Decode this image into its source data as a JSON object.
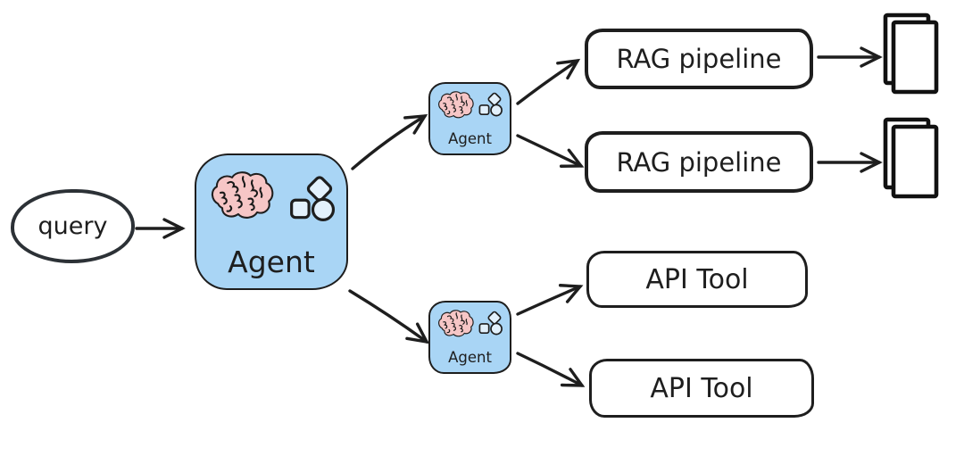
{
  "colors": {
    "canvas_bg": "#ffffff",
    "stroke": "#1e1e1e",
    "ellipse_stroke": "#2c3136",
    "agent_fill": "#a9d5f5",
    "brain_fill": "#f6c6c6",
    "shape_fill": "#e3f1fc",
    "box_fill": "#ffffff"
  },
  "nodes": {
    "query": {
      "label": "query"
    },
    "main_agent": {
      "label": "Agent"
    },
    "sub_agent_top": {
      "label": "Agent"
    },
    "sub_agent_bottom": {
      "label": "Agent"
    },
    "rag_pipeline_1": {
      "label": "RAG pipeline"
    },
    "rag_pipeline_2": {
      "label": "RAG pipeline"
    },
    "api_tool_1": {
      "label": "API Tool"
    },
    "api_tool_2": {
      "label": "API Tool"
    }
  },
  "icons": {
    "brain": "brain-icon",
    "shapes_cluster": "shapes-cluster-icon",
    "documents": "document-stack-icon"
  },
  "edges": [
    {
      "from": "query",
      "to": "main_agent"
    },
    {
      "from": "main_agent",
      "to": "sub_agent_top"
    },
    {
      "from": "main_agent",
      "to": "sub_agent_bottom"
    },
    {
      "from": "sub_agent_top",
      "to": "rag_pipeline_1"
    },
    {
      "from": "sub_agent_top",
      "to": "rag_pipeline_2"
    },
    {
      "from": "rag_pipeline_1",
      "to": "documents_1"
    },
    {
      "from": "rag_pipeline_2",
      "to": "documents_2"
    },
    {
      "from": "sub_agent_bottom",
      "to": "api_tool_1"
    },
    {
      "from": "sub_agent_bottom",
      "to": "api_tool_2"
    }
  ]
}
